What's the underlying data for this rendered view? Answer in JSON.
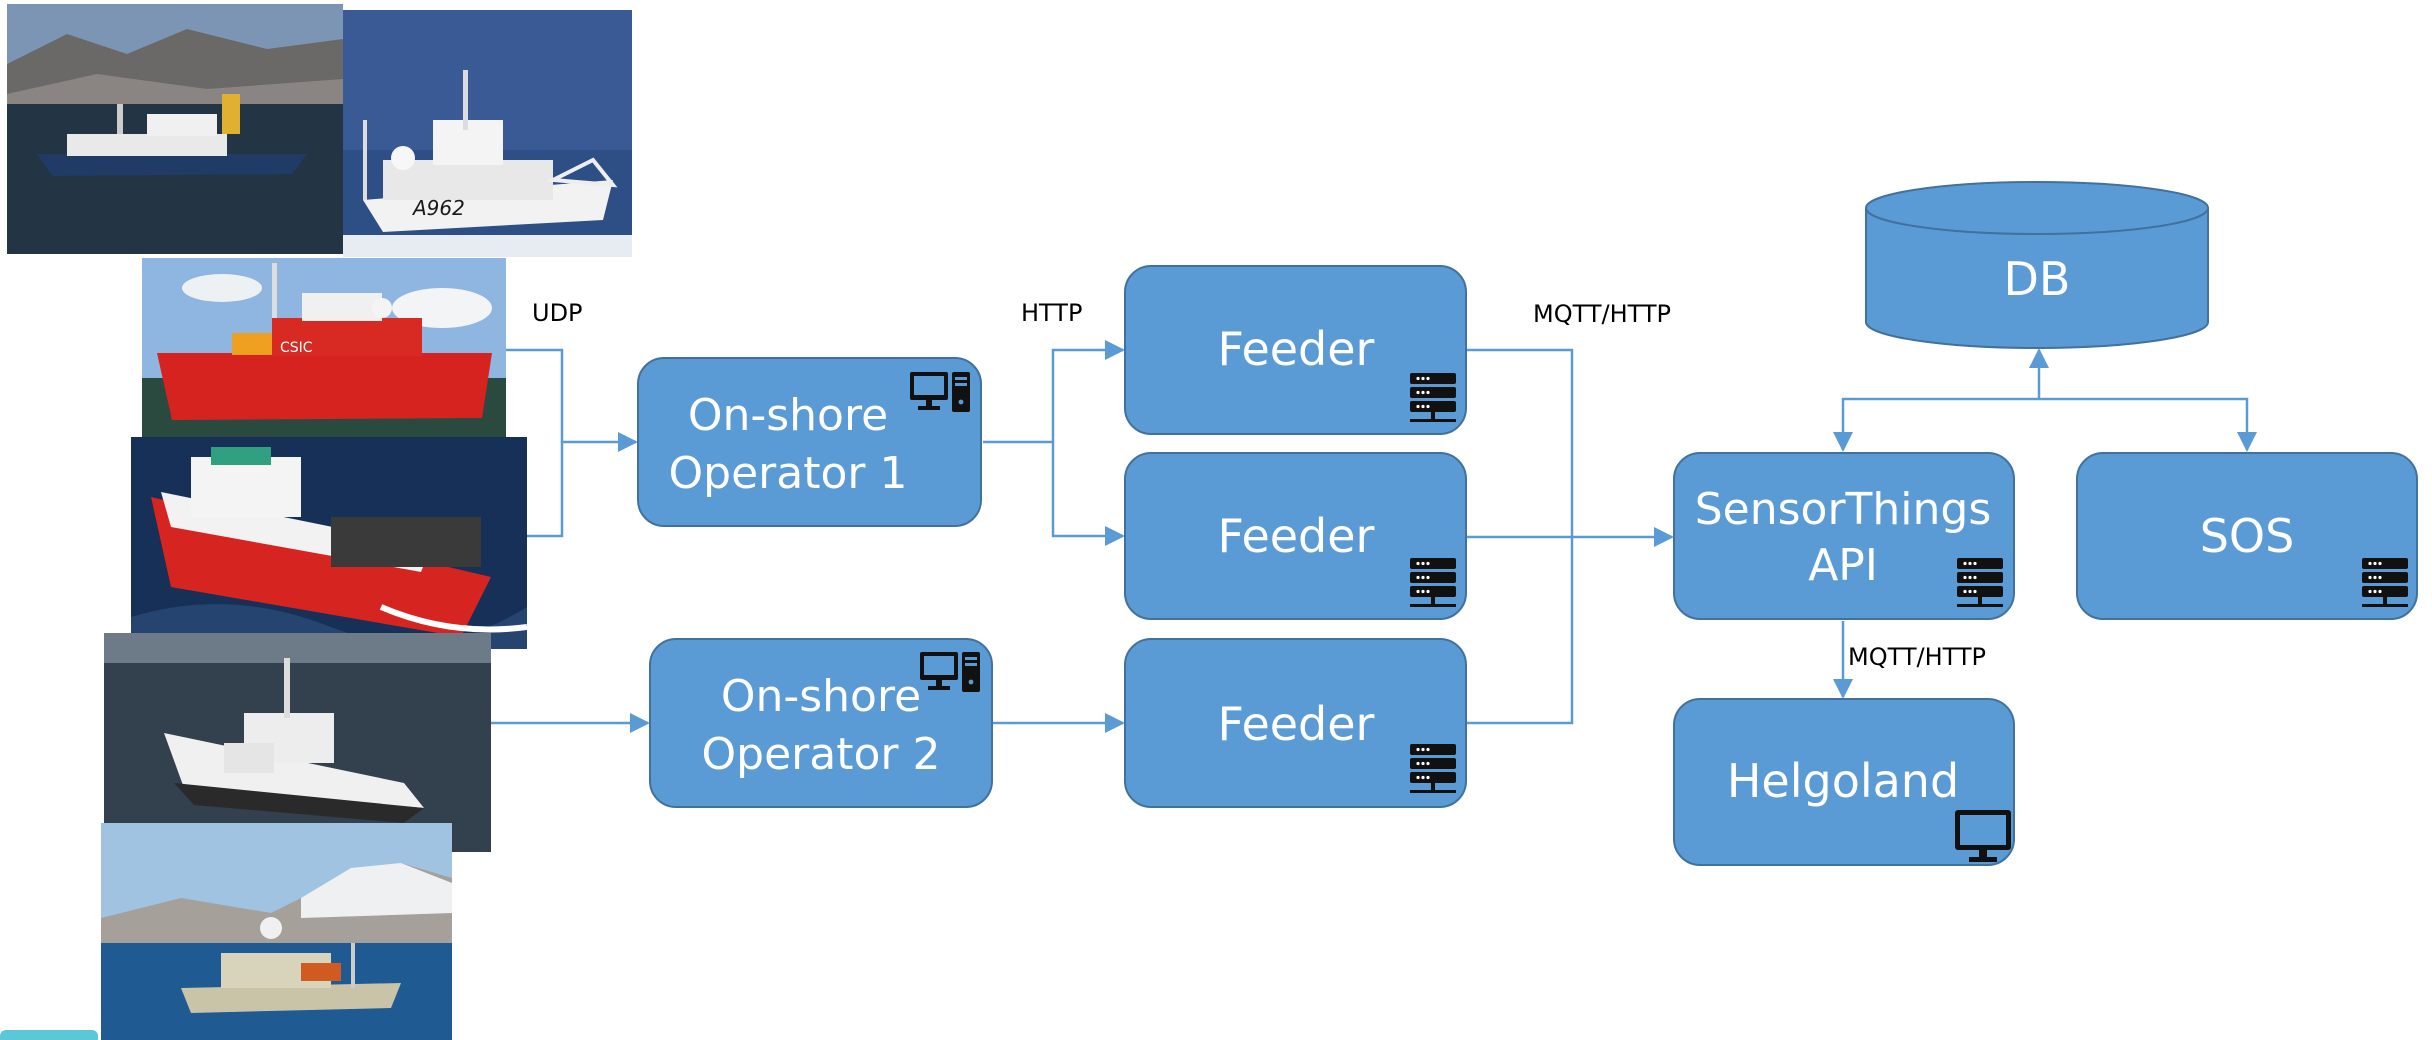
{
  "colors": {
    "node_fill": "#5b9bd5",
    "node_stroke": "#41719c",
    "edge": "#5b9bd5",
    "node_text": "#ffffff",
    "label_text": "#000000",
    "accent_tab": "#5bc8d8"
  },
  "photos": [
    {
      "name": "research-vessel-photo-1",
      "subject": "ship"
    },
    {
      "name": "research-vessel-photo-2",
      "subject": "ship",
      "hull_marking": "A962"
    },
    {
      "name": "research-vessel-photo-3",
      "subject": "ship",
      "hull_marking": "CSIC"
    },
    {
      "name": "research-vessel-photo-4",
      "subject": "ship"
    },
    {
      "name": "research-vessel-photo-5",
      "subject": "ship"
    },
    {
      "name": "research-vessel-photo-6",
      "subject": "ship"
    }
  ],
  "nodes": {
    "operator1": {
      "line1": "On-shore",
      "line2": "Operator 1",
      "icon": "workstation-icon"
    },
    "operator2": {
      "line1": "On-shore",
      "line2": "Operator 2",
      "icon": "workstation-icon"
    },
    "feeder1": {
      "label": "Feeder",
      "icon": "server-icon"
    },
    "feeder2": {
      "label": "Feeder",
      "icon": "server-icon"
    },
    "feeder3": {
      "label": "Feeder",
      "icon": "server-icon"
    },
    "sta": {
      "line1": "SensorThings",
      "line2": "API",
      "icon": "server-icon"
    },
    "sos": {
      "label": "SOS",
      "icon": "server-icon"
    },
    "db": {
      "label": "DB"
    },
    "helgoland": {
      "label": "Helgoland",
      "icon": "monitor-icon"
    }
  },
  "edge_labels": {
    "udp": "UDP",
    "http": "HTTP",
    "mqtt_http_feeders": "MQTT/HTTP",
    "mqtt_http_helgoland": "MQTT/HTTP"
  }
}
